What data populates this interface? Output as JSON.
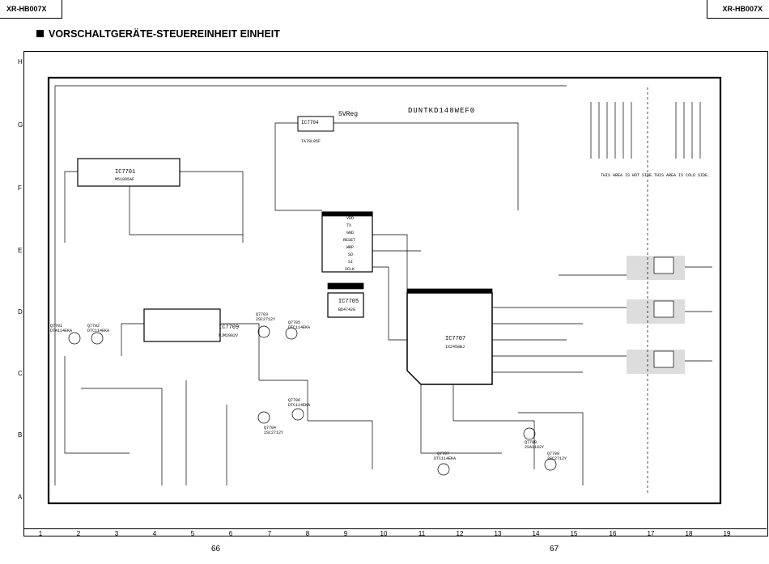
{
  "header": {
    "model_left": "XR-HB007X",
    "model_right": "XR-HB007X"
  },
  "title": "VORSCHALTGERÄTE-STEUEREINHEIT EINHEIT",
  "rows": [
    "H",
    "G",
    "F",
    "E",
    "D",
    "C",
    "B",
    "A"
  ],
  "columns": [
    "1",
    "2",
    "3",
    "4",
    "5",
    "6",
    "7",
    "8",
    "9",
    "10",
    "11",
    "12",
    "13",
    "14",
    "15",
    "16",
    "17",
    "18",
    "19"
  ],
  "page_numbers": {
    "left": "66",
    "right": "67"
  },
  "schematic": {
    "board_name": "DUNTKD148WEF0",
    "regulator_label": "5VReg",
    "ics": [
      {
        "ref": "IC7701",
        "part": "M51995AF"
      },
      {
        "ref": "IC7704",
        "part": "TA78L05F"
      },
      {
        "ref": "IC7705",
        "part": "BD4742G"
      },
      {
        "ref": "IC7707",
        "part": "IX2458BJ"
      },
      {
        "ref": "IC7709",
        "part": "NJM2902V"
      }
    ],
    "transistors": [
      {
        "ref": "Q7701",
        "part": "DTA114EKA"
      },
      {
        "ref": "Q7702",
        "part": "DTC114EKA"
      },
      {
        "ref": "Q7703",
        "part": "2SC2712Y"
      },
      {
        "ref": "Q7704",
        "part": "2SC2712Y"
      },
      {
        "ref": "Q7705",
        "part": "DTC114EKA"
      },
      {
        "ref": "Q7706",
        "part": "DTC114EKA"
      },
      {
        "ref": "Q7707",
        "part": "DTC114EKA"
      },
      {
        "ref": "Q7708",
        "part": "2SA1162Y"
      },
      {
        "ref": "Q7709",
        "part": "2SC2712Y"
      }
    ],
    "connector_pins": [
      "VDD",
      "TX",
      "GND",
      "RESET",
      "WRP",
      "SD",
      "SI",
      "SCLK"
    ],
    "area_notes": [
      "THIS AREA IS HOT SIDE.",
      "THIS AREA IS COLD SIDE."
    ]
  }
}
